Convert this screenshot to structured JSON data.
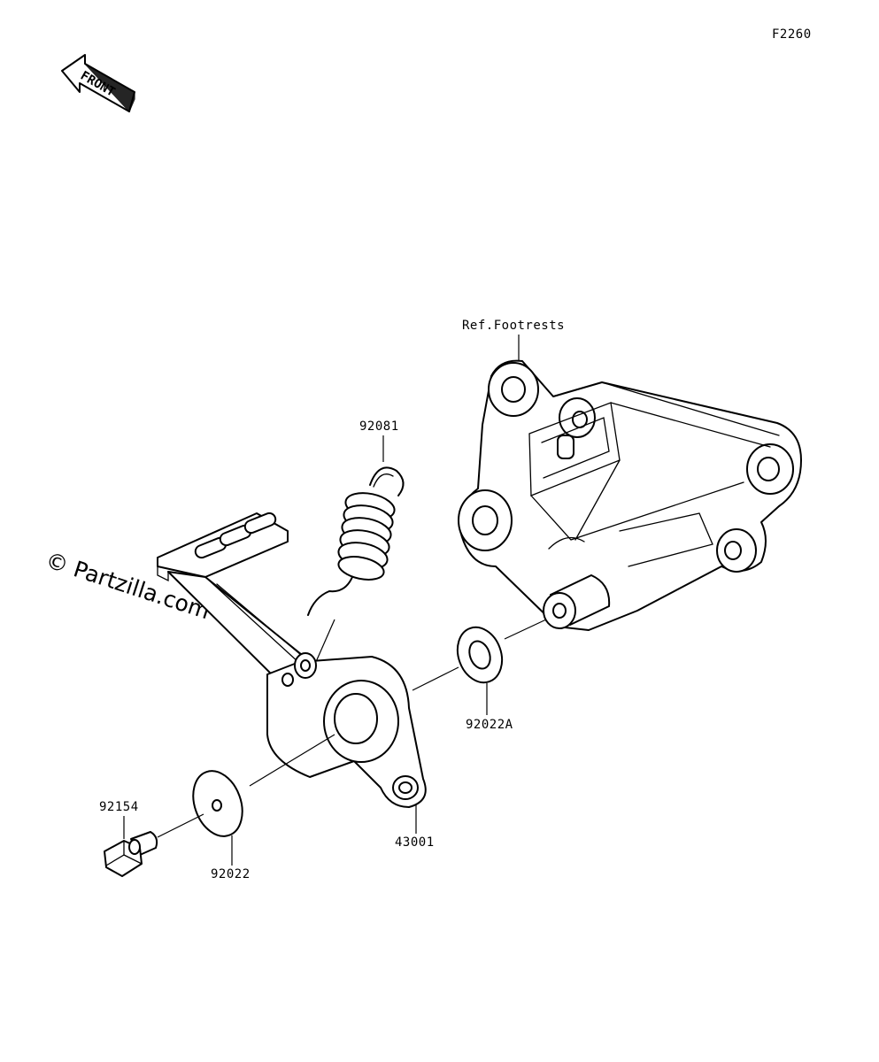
{
  "figure_code": "F2260",
  "front_label": "FRONT",
  "watermark": "© Partzilla.com",
  "reference_label": "Ref.Footrests",
  "parts": {
    "spring": "92081",
    "pedal": "43001",
    "washer_a": "92022A",
    "washer": "92022",
    "bolt": "92154"
  }
}
